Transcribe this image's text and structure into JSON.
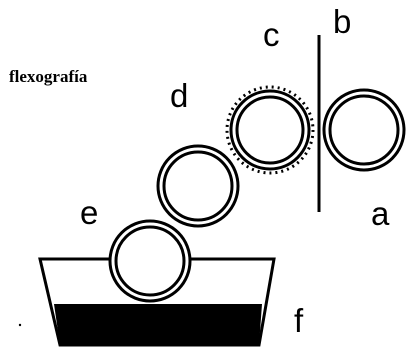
{
  "title": "flexografía",
  "labels": {
    "a": "a",
    "b": "b",
    "c": "c",
    "d": "d",
    "e": "e",
    "f": "f"
  },
  "colors": {
    "stroke": "#000000",
    "ink": "#000000",
    "background": "#ffffff"
  }
}
